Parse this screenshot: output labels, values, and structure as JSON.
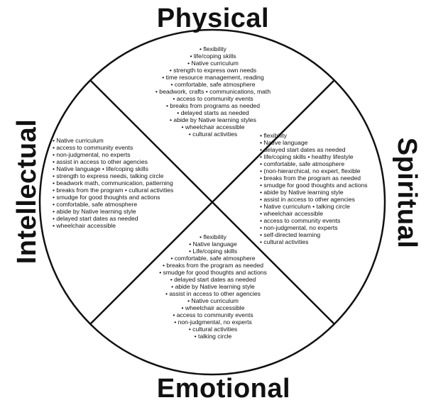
{
  "directions": {
    "physical": "Physical",
    "spiritual": "Spiritual",
    "emotional": "Emotional",
    "intellectual": "Intellectual"
  },
  "quadrants": {
    "physical": [
      "flexibility",
      "life/coping skills",
      "Native curriculum",
      "strength to express own needs",
      "time resource management, reading",
      "comfortable, safe atmosphere",
      "beadwork, crafts  •  communications, math",
      "access to community events",
      "breaks from programs as needed",
      "delayed starts as needed",
      "abide by Native learning styles",
      "wheelchair accessible",
      "cultural activities"
    ],
    "intellectual": [
      "Native curriculum",
      "access to community events",
      "non-judgmental, no experts",
      "assist in access to other agencies",
      "Native language  •  life/coping skills",
      "strength to express needs, talking circle",
      "beadwork math, communication, patterning",
      "breaks from the program  •  cultural activities",
      "smudge for good thoughts and actions",
      "comfortable, safe atmosphere",
      "abide by Native learning style",
      "delayed start dates as needed",
      "wheelchair accessible"
    ],
    "spiritual": [
      "flexibility",
      "Native language",
      "delayed start dates as needed",
      "life/coping skills  •  healthy lifestyle",
      "comfortable, safe atmosphere",
      "(non-hierarchical, no expert, flexible",
      "breaks from the program as needed",
      "smudge for good thoughts and actions",
      "abide by Native learning style",
      "assist in access to other agencies",
      "Native curriculum  •  talking circle",
      "wheelchair accessible",
      "access to community events",
      "non-judgmental, no experts",
      "self-directed learning",
      "cultural activities"
    ],
    "emotional": [
      "flexibility",
      "Native language",
      "Life/coping skills",
      "comfortable, safe atmosphere",
      "breaks from the program as needed",
      "smudge for good thoughts and actions",
      "delayed start dates as needed",
      "abide by Native learning style",
      "assist in access to other agencies",
      "Native curriculum",
      "wheelchair accessible",
      "access to community events",
      "non-judgmental, no experts",
      "cultural activities",
      "talking circle"
    ]
  }
}
